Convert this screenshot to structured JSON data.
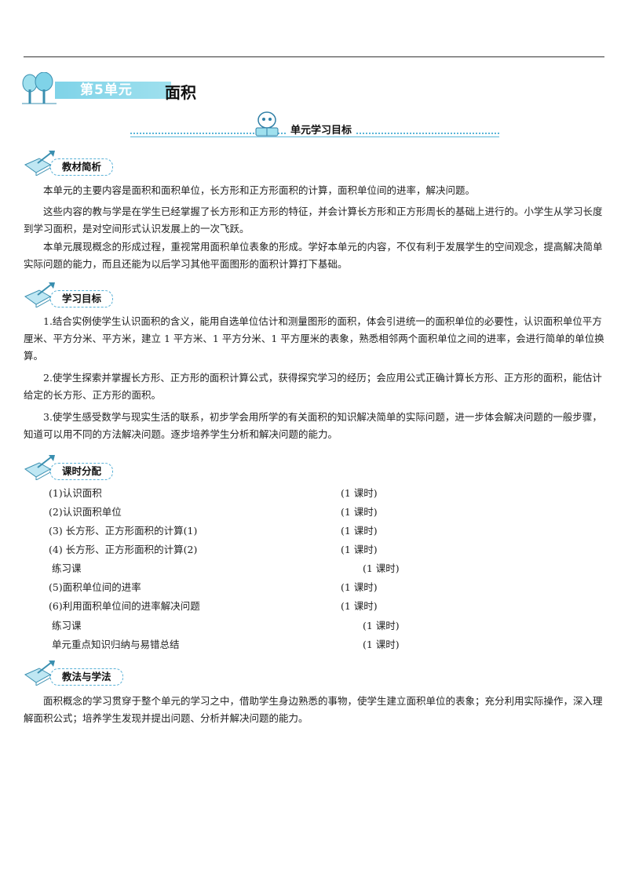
{
  "unit": {
    "badge": "第5单元",
    "title": "面积"
  },
  "banner": {
    "label": "单元学习目标"
  },
  "sections": {
    "overview": {
      "title": "教材简析",
      "paragraphs": [
        "本单元的主要内容是面积和面积单位，长方形和正方形面积的计算，面积单位间的进率，解决问题。",
        "这些内容的教与学是在学生已经掌握了长方形和正方形的特征，并会计算长方形和正方形周长的基础上进行的。小学生从学习长度到学习面积，是对空间形式认识发展上的一次飞跃。",
        "本单元展现概念的形成过程，重视常用面积单位表象的形成。学好本单元的内容，不仅有利于发展学生的空间观念，提高解决简单实际问题的能力，而且还能为以后学习其他平面图形的面积计算打下基础。"
      ]
    },
    "goals": {
      "title": "学习目标",
      "paragraphs": [
        "1.结合实例使学生认识面积的含义，能用自选单位估计和测量图形的面积，体会引进统一的面积单位的必要性，认识面积单位平方厘米、平方分米、平方米，建立 1 平方米、1 平方分米、1 平方厘米的表象，熟悉相邻两个面积单位之间的进率，会进行简单的单位换算。",
        "2.使学生探索并掌握长方形、正方形的面积计算公式，获得探究学习的经历；会应用公式正确计算长方形、正方形的面积，能估计给定的长方形、正方形的面积。",
        "3.使学生感受数学与现实生活的联系，初步学会用所学的有关面积的知识解决简单的实际问题，进一步体会解决问题的一般步骤，知道可以用不同的方法解决问题。逐步培养学生分析和解决问题的能力。"
      ]
    },
    "schedule": {
      "title": "课时分配",
      "items": [
        {
          "name": "(1)认识面积",
          "hours": "(1 课时)"
        },
        {
          "name": "(2)认识面积单位",
          "hours": "(1 课时)"
        },
        {
          "name": "(3) 长方形、正方形面积的计算(1)",
          "hours": "(1 课时)"
        },
        {
          "name": "(4) 长方形、正方形面积的计算(2)",
          "hours": "(1 课时)"
        },
        {
          "name": "练习课",
          "hours": "(1 课时)"
        },
        {
          "name": "(5)面积单位间的进率",
          "hours": "(1 课时)"
        },
        {
          "name": "(6)利用面积单位间的进率解决问题",
          "hours": "(1 课时)"
        },
        {
          "name": "练习课",
          "hours": "(1 课时)"
        },
        {
          "name": "单元重点知识归纳与易错总结",
          "hours": "(1 课时)"
        }
      ]
    },
    "methods": {
      "title": "教法与学法",
      "paragraphs": [
        "面积概念的学习贯穿于整个单元的学习之中，借助学生身边熟悉的事物，使学生建立面积单位的表象；充分利用实际操作，深入理解面积公式；培养学生发现并提出问题、分析并解决问题的能力。"
      ]
    }
  },
  "colors": {
    "accent": "#5bb6d8",
    "badge": "#7fd3e8"
  }
}
